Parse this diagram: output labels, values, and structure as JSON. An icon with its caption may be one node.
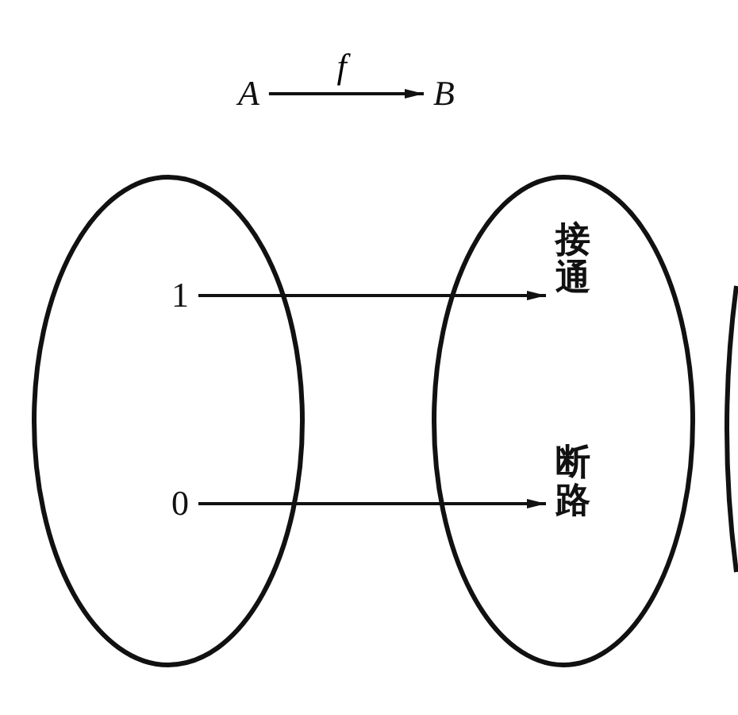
{
  "diagram": {
    "nodes": [
      {
        "text": [
          "A"
        ]
      },
      {
        "text": [
          "B"
        ]
      },
      {
        "text": [],
        "shape": "ellipse"
      },
      {
        "text": [
          "1"
        ],
        "in": 2
      },
      {
        "text": [
          "0"
        ],
        "in": 2
      },
      {
        "text": [],
        "shape": "ellipse"
      },
      {
        "text": [
          "接通"
        ],
        "in": 5
      },
      {
        "text": [
          "断路"
        ],
        "in": 5
      }
    ],
    "edges": [
      {
        "from": 0,
        "to": 1,
        "arrow": "to",
        "label": "f"
      },
      {
        "from": 3,
        "to": 6,
        "arrow": "to"
      },
      {
        "from": 4,
        "to": 7,
        "arrow": "to"
      }
    ]
  }
}
